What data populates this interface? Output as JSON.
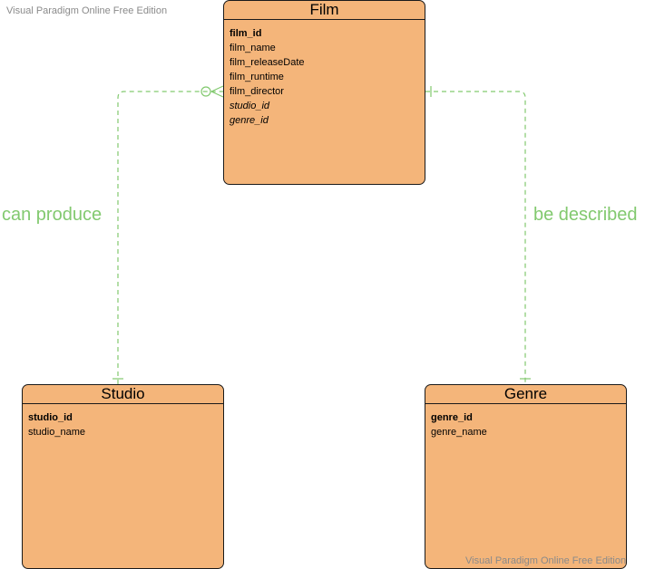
{
  "watermark": {
    "top": "Visual Paradigm Online Free Edition",
    "bottom": "Visual Paradigm Online Free Edition"
  },
  "entities": {
    "film": {
      "title": "Film",
      "fields": [
        {
          "name": "film_id",
          "style": "pk"
        },
        {
          "name": "film_name",
          "style": "normal"
        },
        {
          "name": "film_releaseDate",
          "style": "normal"
        },
        {
          "name": "film_runtime",
          "style": "normal"
        },
        {
          "name": "film_director",
          "style": "normal"
        },
        {
          "name": "studio_id",
          "style": "fk"
        },
        {
          "name": "genre_id",
          "style": "fk"
        }
      ]
    },
    "studio": {
      "title": "Studio",
      "fields": [
        {
          "name": "studio_id",
          "style": "pk"
        },
        {
          "name": "studio_name",
          "style": "normal"
        }
      ]
    },
    "genre": {
      "title": "Genre",
      "fields": [
        {
          "name": "genre_id",
          "style": "pk"
        },
        {
          "name": "genre_name",
          "style": "normal"
        }
      ]
    }
  },
  "relationships": [
    {
      "label": "can produce",
      "from": "Studio",
      "to": "Film",
      "from_cardinality": "one",
      "to_cardinality": "zero-or-many"
    },
    {
      "label": "be described",
      "from": "Genre",
      "to": "Film",
      "from_cardinality": "one",
      "to_cardinality": "one"
    }
  ],
  "colors": {
    "entity_fill": "#f4b57a",
    "entity_border": "#1a1a1a",
    "connector": "#82c96f",
    "watermark": "#8a8a8a"
  }
}
